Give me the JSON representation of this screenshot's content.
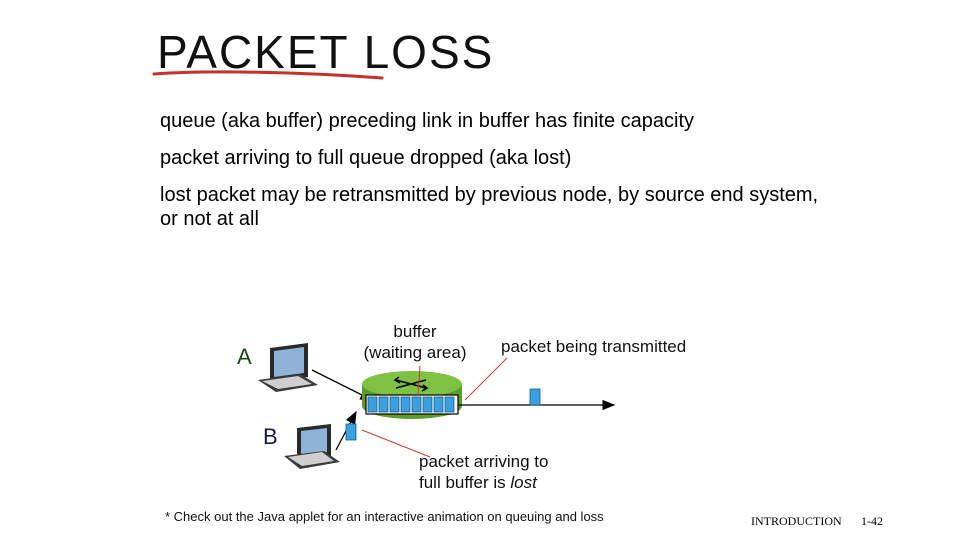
{
  "slide": {
    "title": "PACKET LOSS",
    "bullets": [
      "queue (aka buffer) preceding link in buffer has finite capacity",
      "packet arriving to full queue dropped (aka lost)",
      "lost packet may be retransmitted by previous node, by source end system, or not at all"
    ]
  },
  "diagram": {
    "host_a": "A",
    "host_b": "B",
    "buffer_label_line1": "buffer",
    "buffer_label_line2": "(waiting area)",
    "transmitted_label": "packet being transmitted",
    "lost_label_line1": "packet arriving to",
    "lost_label_line2_prefix": "full buffer is ",
    "lost_label_line2_italic": "lost",
    "colors": {
      "router": "#7dc242",
      "packet": "#3aa0e0",
      "annotation_line": "#d23a2a",
      "title_underline": "#c8302a"
    }
  },
  "footnote": "* Check out the Java applet for an interactive animation on queuing and loss",
  "footer": {
    "section": "INTRODUCTION",
    "page": "1-42"
  }
}
